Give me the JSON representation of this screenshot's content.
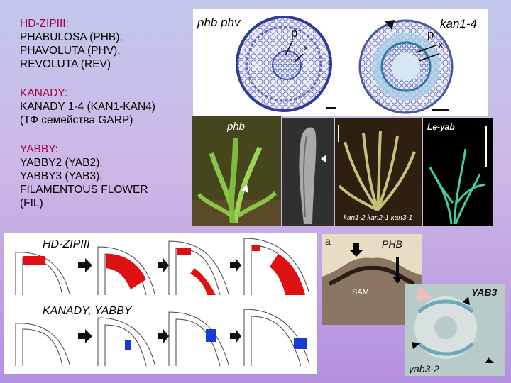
{
  "gene_groups": [
    {
      "head": "HD-ZIPIII:",
      "lines": [
        "PHABULOSA (PHB),",
        "PHAVOLUTA (PHV),",
        "REVOLUTA (REV)"
      ]
    },
    {
      "head": "KANADY:",
      "lines": [
        "KANADY 1-4 (KAN1-KAN4)",
        "(ТФ семейства GARP)"
      ]
    },
    {
      "head": "YABBY:",
      "lines": [
        "YABBY2 (YAB2),",
        "YABBY3 (YAB3),",
        "FILAMENTOUS FLOWER",
        "(FIL)"
      ]
    }
  ],
  "sections": {
    "left_label": "phb phv",
    "right_label": "kan1-4",
    "p_label": "p",
    "x_label": "x"
  },
  "plants": {
    "phb_label": "phb",
    "triple_label": "kan1-2 kan2-1 kan3-1",
    "leyab_label": "Le-yab"
  },
  "diagram": {
    "row1_label": "HD-ZIPIII",
    "row2_label": "KANADY, YABBY"
  },
  "insitu": {
    "a_label": "a",
    "phb_label": "PHB",
    "sam_label": "SAM",
    "yab3_label": "YAB3",
    "yab32_label": "yab3-2"
  },
  "colors": {
    "title": "#a00040",
    "expression_red": "#dd1111",
    "expression_blue": "#1a3ad8"
  }
}
